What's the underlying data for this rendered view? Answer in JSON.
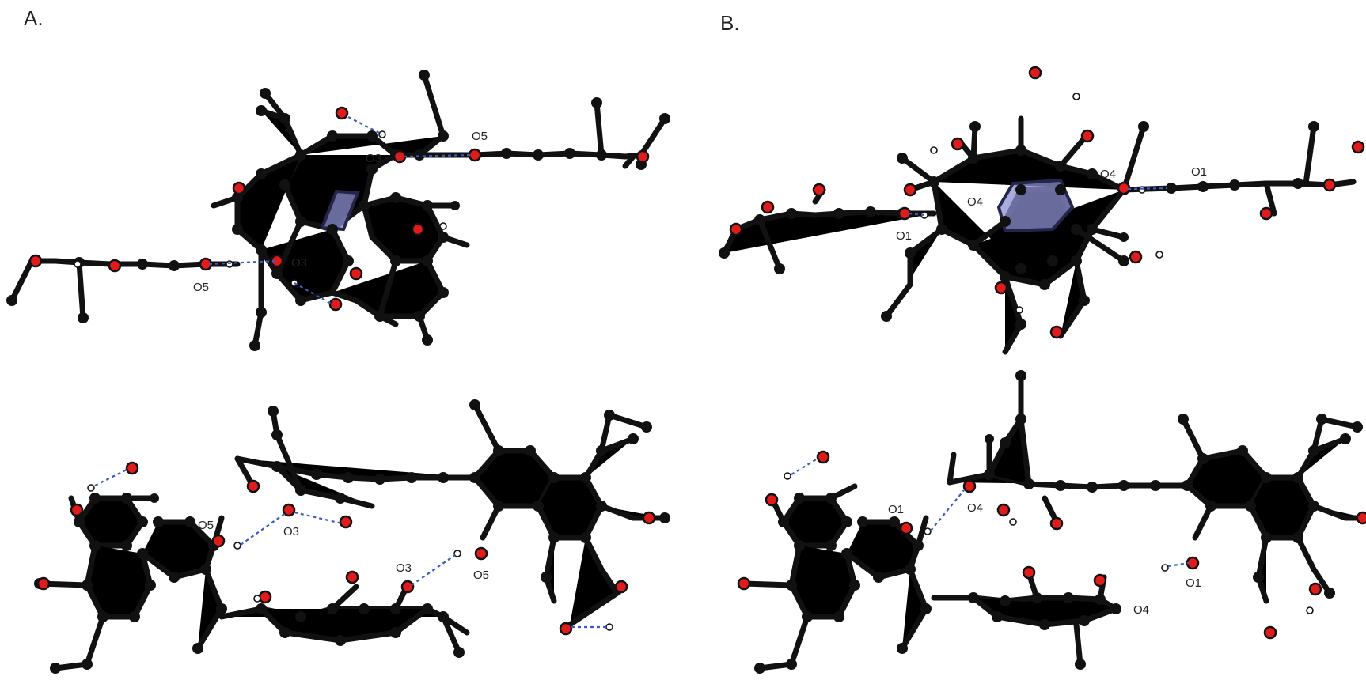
{
  "panels": [
    {
      "label": "A.",
      "views": [
        {
          "atom_labels": [
            "O3",
            "O5",
            "O3",
            "O5"
          ]
        },
        {
          "atom_labels": [
            "O5",
            "O3",
            "O3",
            "O5"
          ]
        }
      ]
    },
    {
      "label": "B.",
      "views": [
        {
          "atom_labels": [
            "O4",
            "O1",
            "O4",
            "O1"
          ]
        },
        {
          "atom_labels": [
            "O1",
            "O4",
            "O1",
            "O4"
          ]
        }
      ]
    }
  ],
  "colors": {
    "carbon": "#111111",
    "oxygen": "#e01b1b",
    "hydrogen": "#ffffff",
    "hbond": "#3a5bbf",
    "pi_stack": "#8c8fd0"
  }
}
